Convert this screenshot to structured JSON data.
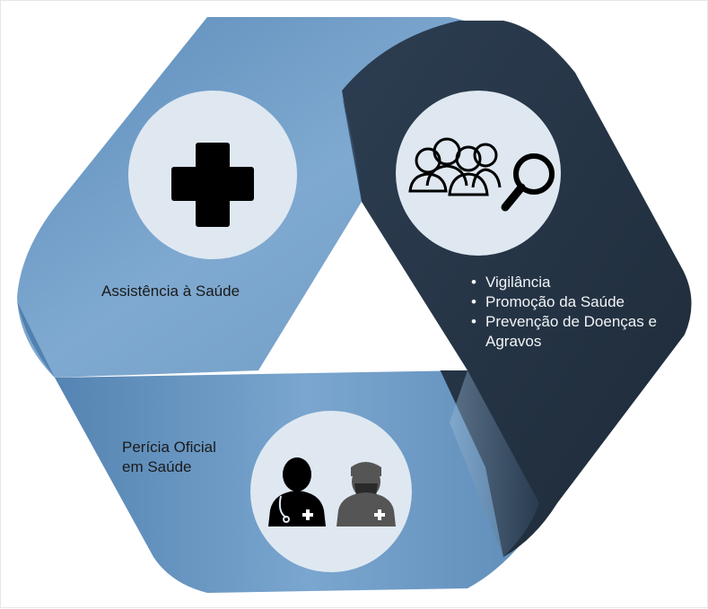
{
  "segments": {
    "assistencia": {
      "label": "Assistência à Saúde",
      "icon": "plus-icon",
      "color": "#6f9cc4"
    },
    "vigilancia": {
      "items": [
        "Vigilância",
        "Promoção da Saúde",
        "Prevenção de Doenças e Agravos"
      ],
      "icon": "people-search-icon",
      "color": "#253444"
    },
    "pericia": {
      "label": "Perícia Oficial em Saúde",
      "icon": "doctors-icon",
      "color": "#5a8ab4"
    }
  },
  "icon_circle_color": "#dfe8f1"
}
